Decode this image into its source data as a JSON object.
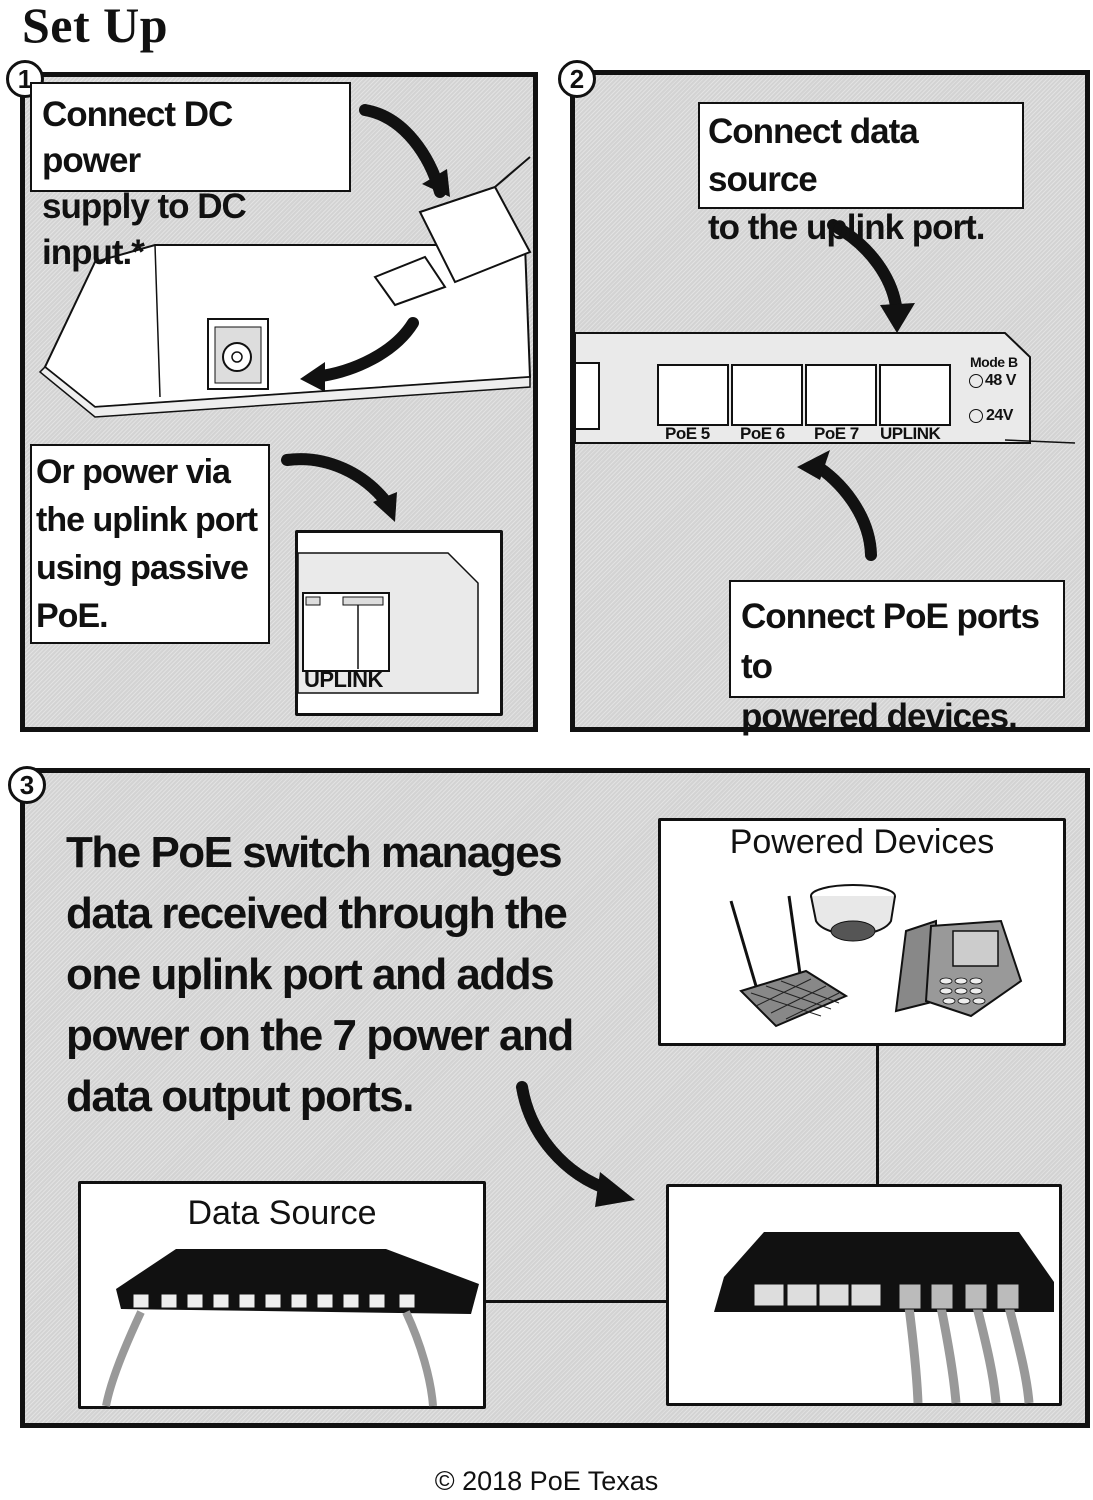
{
  "page_title": "Set Up",
  "steps": [
    {
      "number": "1",
      "callouts": [
        {
          "lines": [
            "Connect DC power",
            "supply to DC input.*"
          ]
        },
        {
          "lines": [
            "Or power via",
            "the uplink port",
            "using passive",
            "PoE."
          ]
        }
      ],
      "inset_port_label": "UPLINK"
    },
    {
      "number": "2",
      "callouts": [
        {
          "lines": [
            "Connect data source",
            "to the uplink port."
          ]
        },
        {
          "lines": [
            "Connect PoE ports to",
            "powered  devices."
          ]
        }
      ],
      "port_labels": [
        "PoE 5",
        "PoE 6",
        "PoE 7",
        "UPLINK"
      ],
      "mode": {
        "label": "Mode B",
        "options": [
          "48 V",
          "24V"
        ]
      }
    },
    {
      "number": "3",
      "description_lines": [
        "The PoE switch manages",
        "data received through the",
        "one uplink port and adds",
        "power on the 7 power and",
        "data output ports."
      ],
      "boxes": {
        "powered_devices": "Powered Devices",
        "data_source": "Data Source"
      },
      "device_icons": [
        "wifi-router-icon",
        "dome-camera-icon",
        "ip-phone-icon"
      ]
    }
  ],
  "footer": "© 2018 PoE Texas"
}
